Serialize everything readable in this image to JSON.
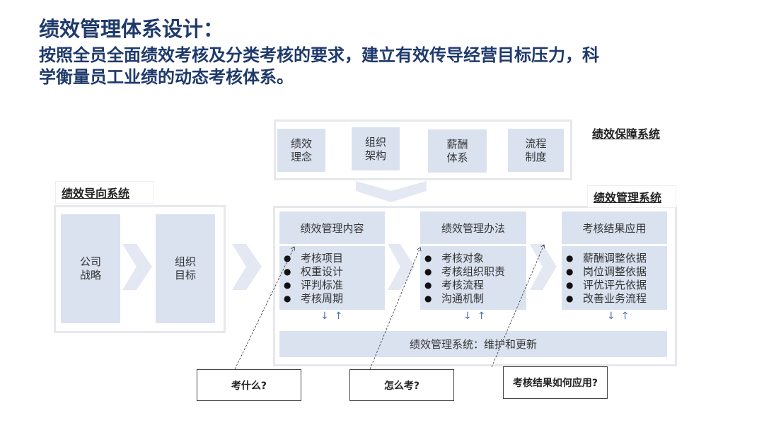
{
  "title": {
    "line1": "绩效管理体系设计：",
    "line2": "按照全员全面绩效考核及分类考核的要求，建立有效传导经营目标压力，科",
    "line3": "学衡量员工业绩的动态考核体系。"
  },
  "guarantee": {
    "label": "绩效保障系统",
    "items": [
      "绩效\n理念",
      "组织\n架构",
      "薪酬\n体系",
      "流程\n制度"
    ]
  },
  "guidance": {
    "label": "绩效导向系统",
    "items": [
      "公司\n战略",
      "组织\n目标"
    ]
  },
  "management": {
    "label": "绩效管理系统",
    "columns": [
      {
        "header": "绩效管理内容",
        "items": [
          "考核项目",
          "权重设计",
          "评判标准",
          "考核周期"
        ]
      },
      {
        "header": "绩效管理办法",
        "items": [
          "考核对象",
          "考核组织职责",
          "考核流程",
          "沟通机制"
        ]
      },
      {
        "header": "考核结果应用",
        "items": [
          "薪酬调整依据",
          "岗位调整依据",
          "评优评先依据",
          "改善业务流程"
        ]
      }
    ],
    "arrows": "↓↑",
    "footer": "绩效管理系统：维护和更新"
  },
  "callouts": [
    "考什么?",
    "怎么考?",
    "考核结果如何应用?"
  ],
  "colors": {
    "title": "#1f3a6b",
    "box": "#dae2f0",
    "chevron": "#e3e8f2"
  }
}
